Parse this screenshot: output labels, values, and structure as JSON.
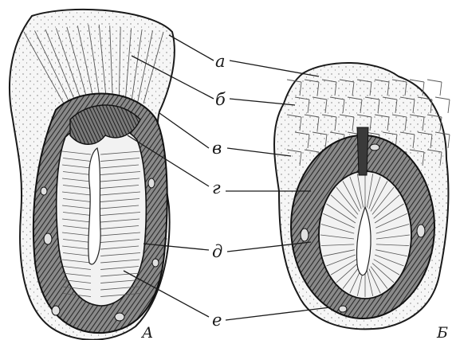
{
  "diagram": {
    "labels": {
      "a": "а",
      "b": "б",
      "v": "в",
      "g": "г",
      "d": "д",
      "e": "е"
    },
    "panels": {
      "left": "А",
      "right": "Б"
    },
    "colors": {
      "ink": "#1a1a1a",
      "dark_tissue": "#3a3a3a",
      "light_tissue": "#f4f4f4"
    }
  }
}
